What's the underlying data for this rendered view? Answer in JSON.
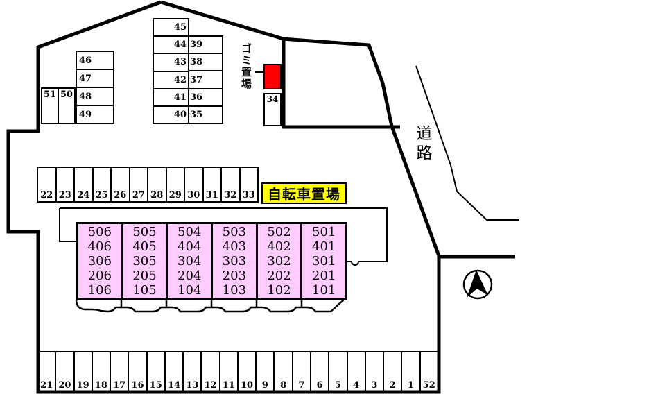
{
  "labels": {
    "road": "道路",
    "garbage": "ゴミ置場",
    "bicycle": "自転車置場"
  },
  "colors": {
    "garbage_box_red": "#ff0000",
    "bicycle_label_yellow": "#ffff00",
    "building_pink": "#ffccff",
    "line_black": "#000000"
  },
  "icons": {
    "north_arrow": "north-arrow-compass"
  },
  "parking": {
    "upper_left_rows": [
      "46",
      "47",
      "48",
      "49"
    ],
    "upper_left_cols": [
      "51",
      "50"
    ],
    "center_left_col": [
      "45",
      "44",
      "43",
      "42",
      "41",
      "40"
    ],
    "center_right_col": [
      "39",
      "38",
      "37",
      "36",
      "35"
    ],
    "stall_34": "34",
    "middle_row": [
      "22",
      "23",
      "24",
      "25",
      "26",
      "27",
      "28",
      "29",
      "30",
      "31",
      "32",
      "33"
    ],
    "bottom_row": [
      "21",
      "20",
      "19",
      "18",
      "17",
      "16",
      "15",
      "14",
      "13",
      "12",
      "11",
      "10",
      "9",
      "8",
      "7",
      "6",
      "5",
      "4",
      "3",
      "2",
      "1",
      "52"
    ]
  },
  "building": {
    "units": [
      [
        "506",
        "406",
        "306",
        "206",
        "106"
      ],
      [
        "505",
        "405",
        "305",
        "205",
        "105"
      ],
      [
        "504",
        "404",
        "304",
        "204",
        "104"
      ],
      [
        "503",
        "403",
        "303",
        "203",
        "103"
      ],
      [
        "502",
        "402",
        "302",
        "202",
        "102"
      ],
      [
        "501",
        "401",
        "301",
        "201",
        "101"
      ]
    ]
  }
}
